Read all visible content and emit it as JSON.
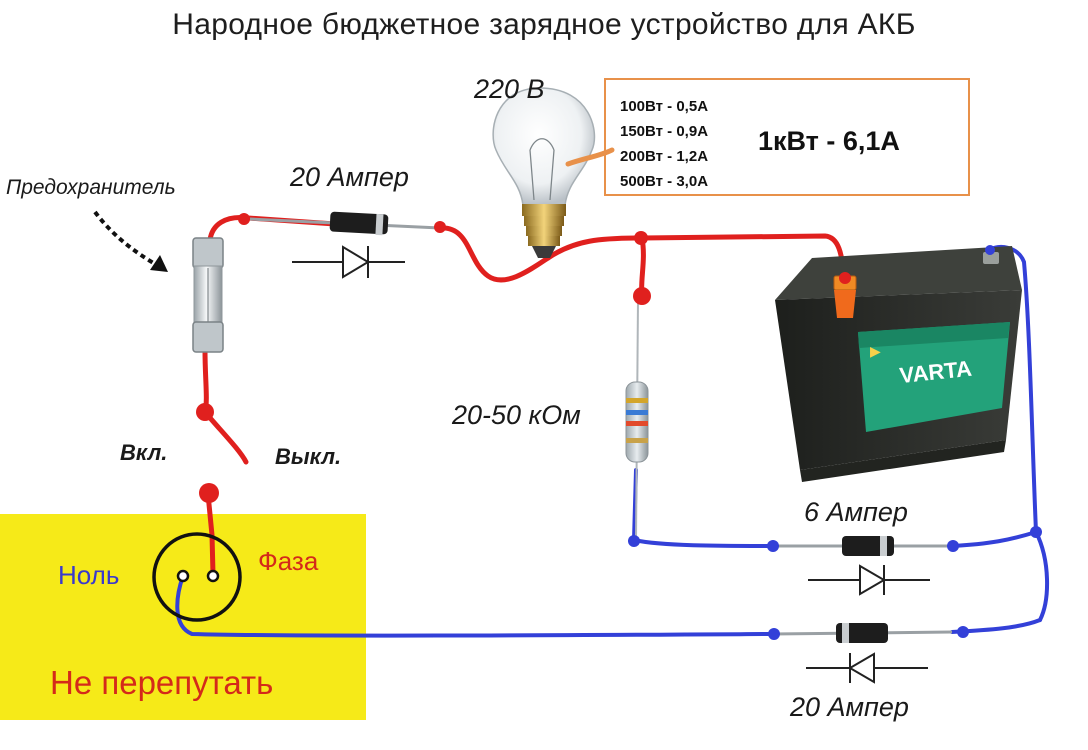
{
  "title": "Народное бюджетное зарядное устройство для АКБ",
  "labels": {
    "fuse": "Предохранитель",
    "diode_top": "20 Ампер",
    "lamp_voltage": "220 В",
    "resistor": "20-50 кОм",
    "switch_on": "Вкл.",
    "switch_off": "Выкл.",
    "diode_mid": "6 Ампер",
    "diode_bottom": "20 Ампер",
    "neutral": "Ноль",
    "phase": "Фаза",
    "warning": "Не перепутать",
    "battery_brand": "VARTA"
  },
  "power_table": {
    "rows": [
      "100Вт - 0,5А",
      "150Вт - 0,9А",
      "200Вт - 1,2А",
      "500Вт - 3,0А"
    ],
    "highlight": "1кВт - 6,1А"
  },
  "colors": {
    "wire_red": "#e0201e",
    "wire_blue": "#3340d8",
    "box_orange": "#e8914a",
    "socket_yellow": "#f6ea18",
    "battery_body": "#2c2e2b",
    "battery_label": "#23a27a",
    "phase_text": "#d42a1a",
    "neutral_text": "#3a3acd",
    "warning_text": "#d42a1a"
  }
}
